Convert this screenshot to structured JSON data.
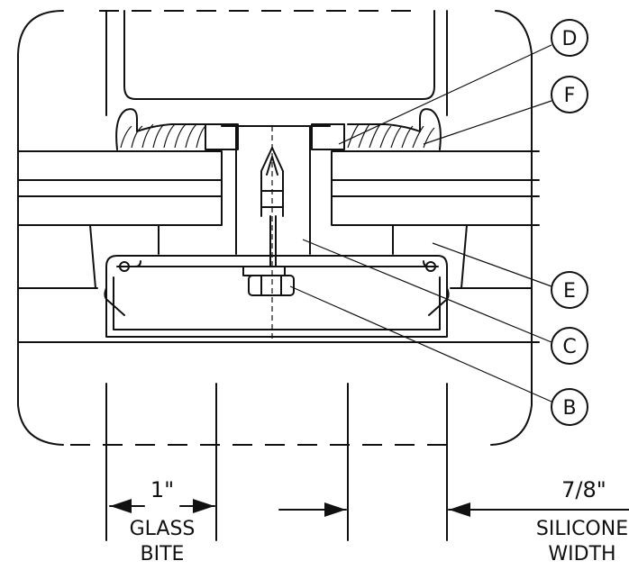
{
  "callouts": {
    "d": "D",
    "f": "F",
    "e": "E",
    "c": "C",
    "b": "B"
  },
  "dimensions": {
    "glass_bite": {
      "value": "1\"",
      "line1": "GLASS",
      "line2": "BITE"
    },
    "silicone_width": {
      "value": "7/8\"",
      "line1": "SILICONE",
      "line2": "WIDTH"
    }
  }
}
